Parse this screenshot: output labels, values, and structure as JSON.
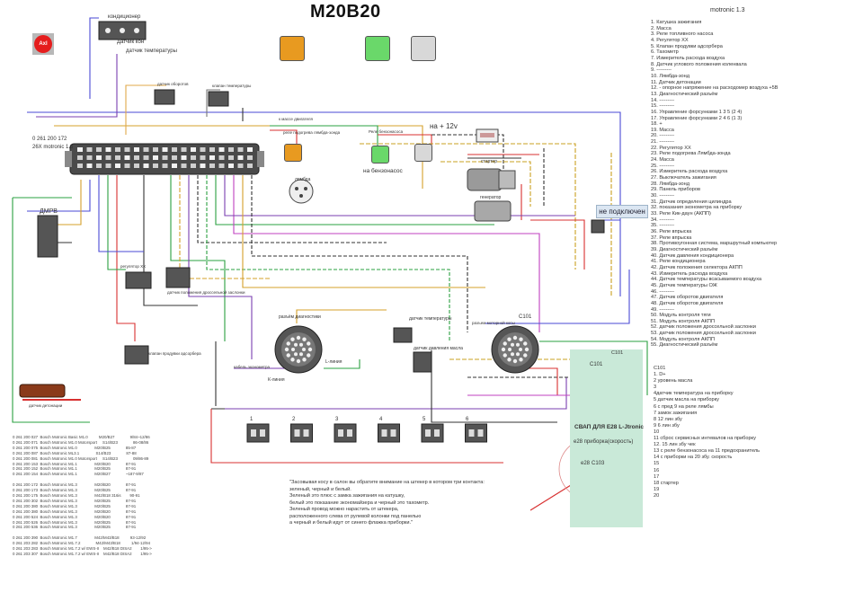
{
  "title": "M20B20",
  "subtitle": "motronic 1.3",
  "pin_list": [
    "1. Катушка зажигания",
    "2. Масса",
    "3. Реле топливного насоса",
    "4. Регулятор ХХ",
    "5. Клапан продувки адсорбера",
    "6. Тахометр",
    "7. Измеритель расхода воздуха",
    "8. Датчик углового положения коленвала",
    "9. ---------",
    "10. Лямбда-зонд",
    "11. Датчик детонации",
    "12. - опорное напряжение на расходомер воздуха +5В",
    "13. Диагностический разъём",
    "14. ---------",
    "15. ---------",
    "16. Управление форсунками 1 3 5 (2 4)",
    "17. Управление форсунками 2 4 6 (1 3)",
    "18. +",
    "19. Масса",
    "20. ---------",
    "21. ---------",
    "22. Регулятор ХХ",
    "23. Реле подогрева Лямбда-зонда",
    "24. Масса",
    "25. ---------",
    "26. Измеритель расхода воздуха",
    "27. Выключатель зажигания",
    "28. Лямбда-зонд",
    "29. Панель приборов",
    "30. ---------",
    "31. Датчик определения цилиндра",
    "32. показания эконометра на приборку",
    "33. Реле Кик-даун (АКПП)",
    "34. ---------",
    "35. ---------",
    "36. Реле впрыска",
    "37. Реле впрыска",
    "38. Противоугонная система, маршрутный компьютер",
    "39. Диагностический разъём",
    "40. Датчик давления кондиционера",
    "41. Реле кондиционера",
    "42. Датчик положения селектора АКПП",
    "43. Измеритель расхода воздуха",
    "44. Датчик температуры всасываемого воздуха",
    "45. Датчик температуры ОЖ",
    "46. ---------",
    "47. Датчик оборотов двигателя",
    "48. Датчик оборотов двигателя",
    "49. ---------",
    "50. Модуль контроля тяги",
    "51. Модуль контроля АКПП",
    "52. датчик положения дроссельной заслонки",
    "53. датчик положения дроссельной заслонки",
    "54. Модуль контроля АКПП",
    "55. Диагностический разъём"
  ],
  "c101_list": [
    "C101",
    "1. D+",
    "2 уровень масла",
    "3",
    "4датчик температура на приборку",
    "5 датчик масла на приборку",
    "6 с пред 9 на реле лямбы",
    "7 замок зажигания",
    "8 12 лин збу",
    "9 6 лин збу",
    "10",
    "11 сброс сервисных интевалов на приборку",
    "12. 15 лин збу чек",
    "13 с реле бензонасоса на 11 предохранитель",
    "14 с приборки на 20 збу. скорость",
    "15",
    "16",
    "17",
    "18 стартер",
    "19",
    "20"
  ],
  "swap": {
    "title": "СВАП ДЛЯ E28 L-Jtronic",
    "e28_label": "e28 приборка(скорость)",
    "e28_short": "e28",
    "c103": "C103",
    "c101": "C101"
  },
  "not_connected": "не подключен",
  "ecu": {
    "part_number": "0 261 200 172",
    "label": "26X motronic 1.3"
  },
  "labels": {
    "axl": "Axl",
    "conditioner": "кондиционер",
    "conditioner_relay": "Датчик кон",
    "temp_sensors": "датчик температуры",
    "temp_sensors_2": "датчик температуры",
    "oil_pressure": "датчик давления масла",
    "plus12": "на + 12v",
    "fuel_pump": "на бензонасос",
    "fuel_pump_relay": "Реле бензонасоса",
    "lambda_relay": "реле подогрева лямбда-зонда",
    "lambda": "лямбда",
    "starter": "стартер",
    "generator": "генератор",
    "dmrv": "ДМРВ",
    "diag": "разъём диагностики",
    "l_line": "L-линия",
    "k_line": "К-линия",
    "engine_conn": "разъем моторной косы",
    "c101": "C101",
    "c101_b": "C101",
    "knock": "датчик детонации",
    "hall_sensor": "датчик оборотов",
    "idle_valve": "регулятор ХХ",
    "throttle": "датчик положения дроссельной заслонки",
    "adsorber": "клапан продувки адсорбера",
    "air_temp": "клапан температуры",
    "cable": "кабель эконометра",
    "ecu_ground": "к массе двигателя",
    "injectors": [
      "1",
      "2",
      "3",
      "4",
      "5",
      "6"
    ]
  },
  "note": "\"Засовывая косу в салон вы обратите внимание на штекер в котором три контакта:\n зеленый, черный и белый.\n Зеленый это плюс с замка зажигания на катушку,\n белый это показание экономайзера и черный это тахометр.\n Зеленый провод можно нарастить от штекера,\n расположенного слева от рулевой колонки под панелью\n а черный и белый идут от синего флажка приборки.\"",
  "dme_table": [
    "0 261 200 027  Bosch Motronic Basic M1.0          M20/B27              9/84~12/86",
    "0 261 200 071  Bosch Motronic M1.0 Motorsport     S14/B23              86-08/86",
    "0 261 200 075  Bosch Motronic M1.0                M20/B25              85-87",
    "0 261 200 087  Bosch Motronic ML3.1               S14/B23              87-88",
    "0 261 200 081  Bosch Motronic M1.0 Motorsport     S14/B23              09/86-89",
    "0 261 200 153  Bosch Motronic M1.1                M20/B20              87-91",
    "0 261 200 152  Bosch Motronic M1.1                M20/B25              87-91",
    "0 261 200 154  Bosch Motronic M1.1                M20/B27              ~187-9/87",
    "",
    "0 261 200 172  Bosch Motronic M1.3                M20/B20              87-91",
    "0 261 200 173  Bosch Motronic M1.3                M20/B25              87-91",
    "0 261 200 175  Bosch Motronic M1.3                M42/B18 316is        90-91",
    "0 261 200 302  Bosch Motronic M1.3                M20/B25              87-91",
    "0 261 200 380  Bosch Motronic M1.3                M20/B25              87-91",
    "0 261 200 380  Bosch Motronic M1.3                M20/B20              87-91",
    "0 261 200 524  Bosch Motronic M1.3                M20/B20              87-91",
    "0 261 200 526  Bosch Motronic M1.3                M20/B25              87-91",
    "0 261 200 536  Bosch Motronic M1.3                M20/B25              87-91",
    "",
    "0 261 200 390  Bosch Motronic M1.7                M42/M43/B18          93-12/92",
    "0 261 203 282  Bosch Motronic M1.7.2              M42/M43/B18          1/94-12/94",
    "0 261 203 283  Bosch Motronic M1.7.2 w/ EWS-II    M42/B18 DISA2        1/95->",
    "0 261 203 307  Bosch Motronic M1.7.2 w/ EWS-II    M42/B18 DISA2        1/95->"
  ]
}
